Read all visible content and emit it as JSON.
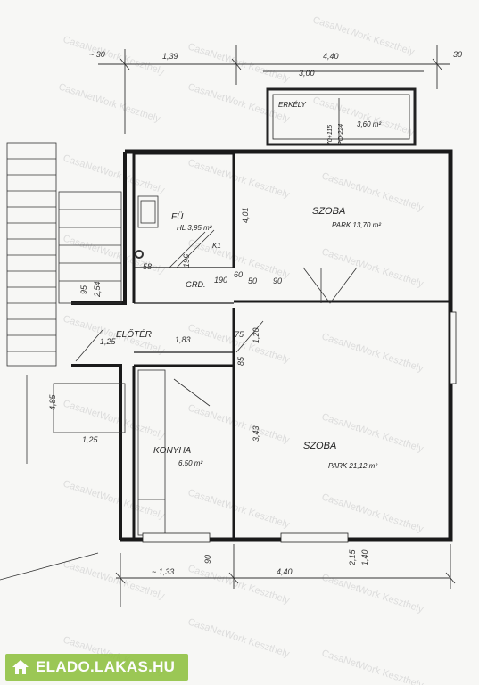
{
  "rooms": {
    "balcony": {
      "name": "ERKÉLY",
      "area": "3,60 m²",
      "note1": "70+115",
      "note2": "PO-224",
      "width": "3,00"
    },
    "bathroom": {
      "name": "FÜ",
      "area": "HL 3,95 m²",
      "label_k": "K1"
    },
    "hall": {
      "name": "GRD."
    },
    "entry": {
      "name": "ELŐTÉR"
    },
    "kitchen": {
      "name": "KONYHA",
      "area": "6,50 m²"
    },
    "room1": {
      "name": "SZOBA",
      "floor": "PARK 13,70 m²"
    },
    "room2": {
      "name": "SZOBA",
      "floor": "PARK 21,12 m²"
    }
  },
  "dimensions": {
    "top_left": "~ 30",
    "top_1": "1,39",
    "top_2": "4,40",
    "top_right": "30",
    "left_485": "4,85",
    "left_125": "1,25",
    "mid_125": "1,25",
    "mid_183": "1,83",
    "d_95": "95",
    "d_254": "2,54",
    "d_58": "58",
    "d_60": "60",
    "d_196": "196",
    "d_75": "75",
    "d_120": "1,20",
    "d_85": "85",
    "d_343": "3,43",
    "d_401": "4,01",
    "d_190": "190",
    "d_150": "50",
    "d_90": "90",
    "bot_133": "~ 1,33",
    "bot_440": "4,40",
    "bot_215": "2,15",
    "bot_140": "1,40",
    "bot_90": "90"
  },
  "watermark": "CasaNetWork Keszthely",
  "logo": {
    "text": "ELADO.LAKAS.HU",
    "icon": "house-icon",
    "color": "#8bbf3a"
  }
}
